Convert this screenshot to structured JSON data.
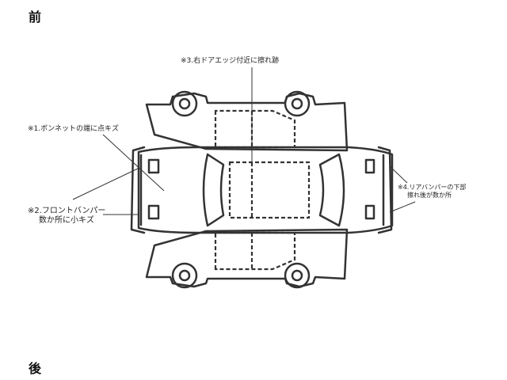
{
  "direction": {
    "front": "前",
    "rear": "後"
  },
  "notes": [
    {
      "id": "note-1",
      "text": "※1.ボンネットの端に点キズ"
    },
    {
      "id": "note-2",
      "line1": "※2.フロントバンパー",
      "line2": "数か所に小キズ"
    },
    {
      "id": "note-3",
      "text": "※3.右ドアエッジ付近に擦れ跡"
    },
    {
      "id": "note-4",
      "line1": "※4.リアバンパーの下部",
      "line2": "擦れ後が数か所"
    }
  ],
  "colors": {
    "outline": "#333333",
    "text": "#222222"
  }
}
